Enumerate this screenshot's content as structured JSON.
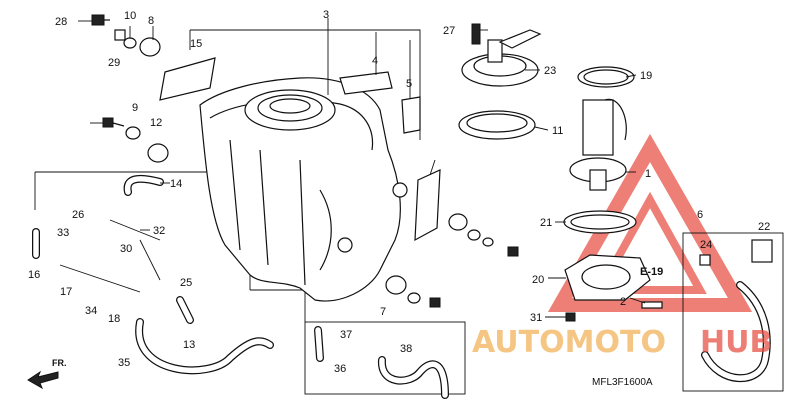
{
  "diagram": {
    "reference_code": "MFL3F1600A",
    "front_label": "FR.",
    "callout": "E-19",
    "part_numbers": [
      "1",
      "2",
      "3",
      "4",
      "5",
      "6",
      "7",
      "8",
      "9",
      "10",
      "11",
      "12",
      "13",
      "14",
      "15",
      "16",
      "17",
      "18",
      "19",
      "20",
      "21",
      "22",
      "23",
      "24",
      "25",
      "26",
      "27",
      "28",
      "29",
      "30",
      "31",
      "32",
      "33",
      "34",
      "35",
      "36",
      "37",
      "38"
    ]
  },
  "watermark": {
    "part1": "AUTOMOTO",
    "part2": "HUB",
    "colors": {
      "orange": "#f2b25c",
      "red": "#e6483c"
    }
  }
}
